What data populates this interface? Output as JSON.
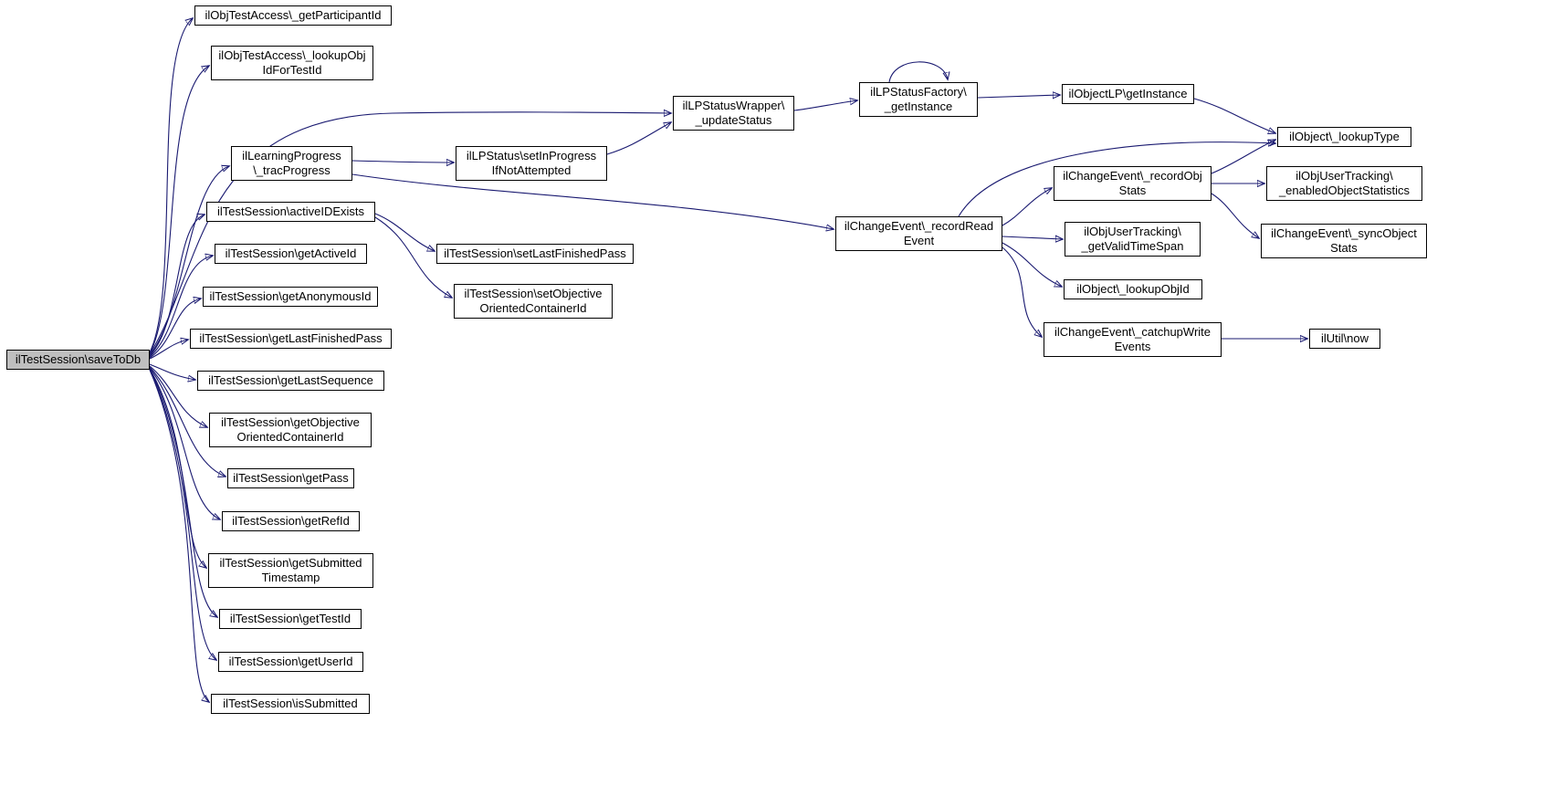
{
  "diagram": {
    "type": "call-graph",
    "root": "ilTestSession\\saveToDb",
    "edge_color": "#191970",
    "node_fill": "#ffffff",
    "node_border_color": "#000000",
    "root_fill": "#bfbfbf"
  },
  "nodes": {
    "saveToDb": {
      "label": "ilTestSession\\saveToDb"
    },
    "getParticipantId": {
      "label": "ilObjTestAccess\\_getParticipantId"
    },
    "lookupObjIdForTestId": {
      "label": "ilObjTestAccess\\_lookupObj\nIdForTestId"
    },
    "tracProgress": {
      "label": "ilLearningProgress\n\\_tracProgress"
    },
    "activeIDExists": {
      "label": "ilTestSession\\activeIDExists"
    },
    "getActiveId": {
      "label": "ilTestSession\\getActiveId"
    },
    "getAnonymousId": {
      "label": "ilTestSession\\getAnonymousId"
    },
    "getLastFinishedPass": {
      "label": "ilTestSession\\getLastFinishedPass"
    },
    "getLastSequence": {
      "label": "ilTestSession\\getLastSequence"
    },
    "getObjectiveOrientedContainerId": {
      "label": "ilTestSession\\getObjective\nOrientedContainerId"
    },
    "getPass": {
      "label": "ilTestSession\\getPass"
    },
    "getRefId": {
      "label": "ilTestSession\\getRefId"
    },
    "getSubmittedTimestamp": {
      "label": "ilTestSession\\getSubmitted\nTimestamp"
    },
    "getTestId": {
      "label": "ilTestSession\\getTestId"
    },
    "getUserId": {
      "label": "ilTestSession\\getUserId"
    },
    "isSubmitted": {
      "label": "ilTestSession\\isSubmitted"
    },
    "setInProgressIfNotAttempted": {
      "label": "ilLPStatus\\setInProgress\nIfNotAttempted"
    },
    "setLastFinishedPass": {
      "label": "ilTestSession\\setLastFinishedPass"
    },
    "setObjectiveOrientedContainerId": {
      "label": "ilTestSession\\setObjective\nOrientedContainerId"
    },
    "updateStatus": {
      "label": "ilLPStatusWrapper\\\n_updateStatus"
    },
    "lpStatusFactoryGetInstance": {
      "label": "ilLPStatusFactory\\\n_getInstance"
    },
    "recordReadEvent": {
      "label": "ilChangeEvent\\_recordRead\nEvent"
    },
    "objectLPGetInstance": {
      "label": "ilObjectLP\\getInstance"
    },
    "lookupType": {
      "label": "ilObject\\_lookupType"
    },
    "recordObjStats": {
      "label": "ilChangeEvent\\_recordObj\nStats"
    },
    "enabledObjectStatistics": {
      "label": "ilObjUserTracking\\\n_enabledObjectStatistics"
    },
    "syncObjectStats": {
      "label": "ilChangeEvent\\_syncObject\nStats"
    },
    "getValidTimeSpan": {
      "label": "ilObjUserTracking\\\n_getValidTimeSpan"
    },
    "lookupObjId": {
      "label": "ilObject\\_lookupObjId"
    },
    "catchupWriteEvents": {
      "label": "ilChangeEvent\\_catchupWrite\nEvents"
    },
    "utilNow": {
      "label": "ilUtil\\now"
    }
  },
  "edges": [
    {
      "from": "saveToDb",
      "to": "getParticipantId"
    },
    {
      "from": "saveToDb",
      "to": "lookupObjIdForTestId"
    },
    {
      "from": "saveToDb",
      "to": "updateStatus"
    },
    {
      "from": "saveToDb",
      "to": "tracProgress"
    },
    {
      "from": "saveToDb",
      "to": "activeIDExists"
    },
    {
      "from": "saveToDb",
      "to": "getActiveId"
    },
    {
      "from": "saveToDb",
      "to": "getAnonymousId"
    },
    {
      "from": "saveToDb",
      "to": "getLastFinishedPass"
    },
    {
      "from": "saveToDb",
      "to": "getLastSequence"
    },
    {
      "from": "saveToDb",
      "to": "getObjectiveOrientedContainerId"
    },
    {
      "from": "saveToDb",
      "to": "getPass"
    },
    {
      "from": "saveToDb",
      "to": "getRefId"
    },
    {
      "from": "saveToDb",
      "to": "getSubmittedTimestamp"
    },
    {
      "from": "saveToDb",
      "to": "getTestId"
    },
    {
      "from": "saveToDb",
      "to": "getUserId"
    },
    {
      "from": "saveToDb",
      "to": "isSubmitted"
    },
    {
      "from": "tracProgress",
      "to": "setInProgressIfNotAttempted"
    },
    {
      "from": "tracProgress",
      "to": "recordReadEvent"
    },
    {
      "from": "setInProgressIfNotAttempted",
      "to": "updateStatus"
    },
    {
      "from": "activeIDExists",
      "to": "setLastFinishedPass"
    },
    {
      "from": "activeIDExists",
      "to": "setObjectiveOrientedContainerId"
    },
    {
      "from": "updateStatus",
      "to": "lpStatusFactoryGetInstance"
    },
    {
      "from": "lpStatusFactoryGetInstance",
      "to": "lpStatusFactoryGetInstance"
    },
    {
      "from": "lpStatusFactoryGetInstance",
      "to": "objectLPGetInstance"
    },
    {
      "from": "objectLPGetInstance",
      "to": "lookupType"
    },
    {
      "from": "recordReadEvent",
      "to": "recordObjStats"
    },
    {
      "from": "recordReadEvent",
      "to": "getValidTimeSpan"
    },
    {
      "from": "recordReadEvent",
      "to": "lookupObjId"
    },
    {
      "from": "recordReadEvent",
      "to": "catchupWriteEvents"
    },
    {
      "from": "recordReadEvent",
      "to": "lookupType"
    },
    {
      "from": "recordObjStats",
      "to": "enabledObjectStatistics"
    },
    {
      "from": "recordObjStats",
      "to": "syncObjectStats"
    },
    {
      "from": "recordObjStats",
      "to": "lookupType"
    },
    {
      "from": "catchupWriteEvents",
      "to": "utilNow"
    }
  ]
}
